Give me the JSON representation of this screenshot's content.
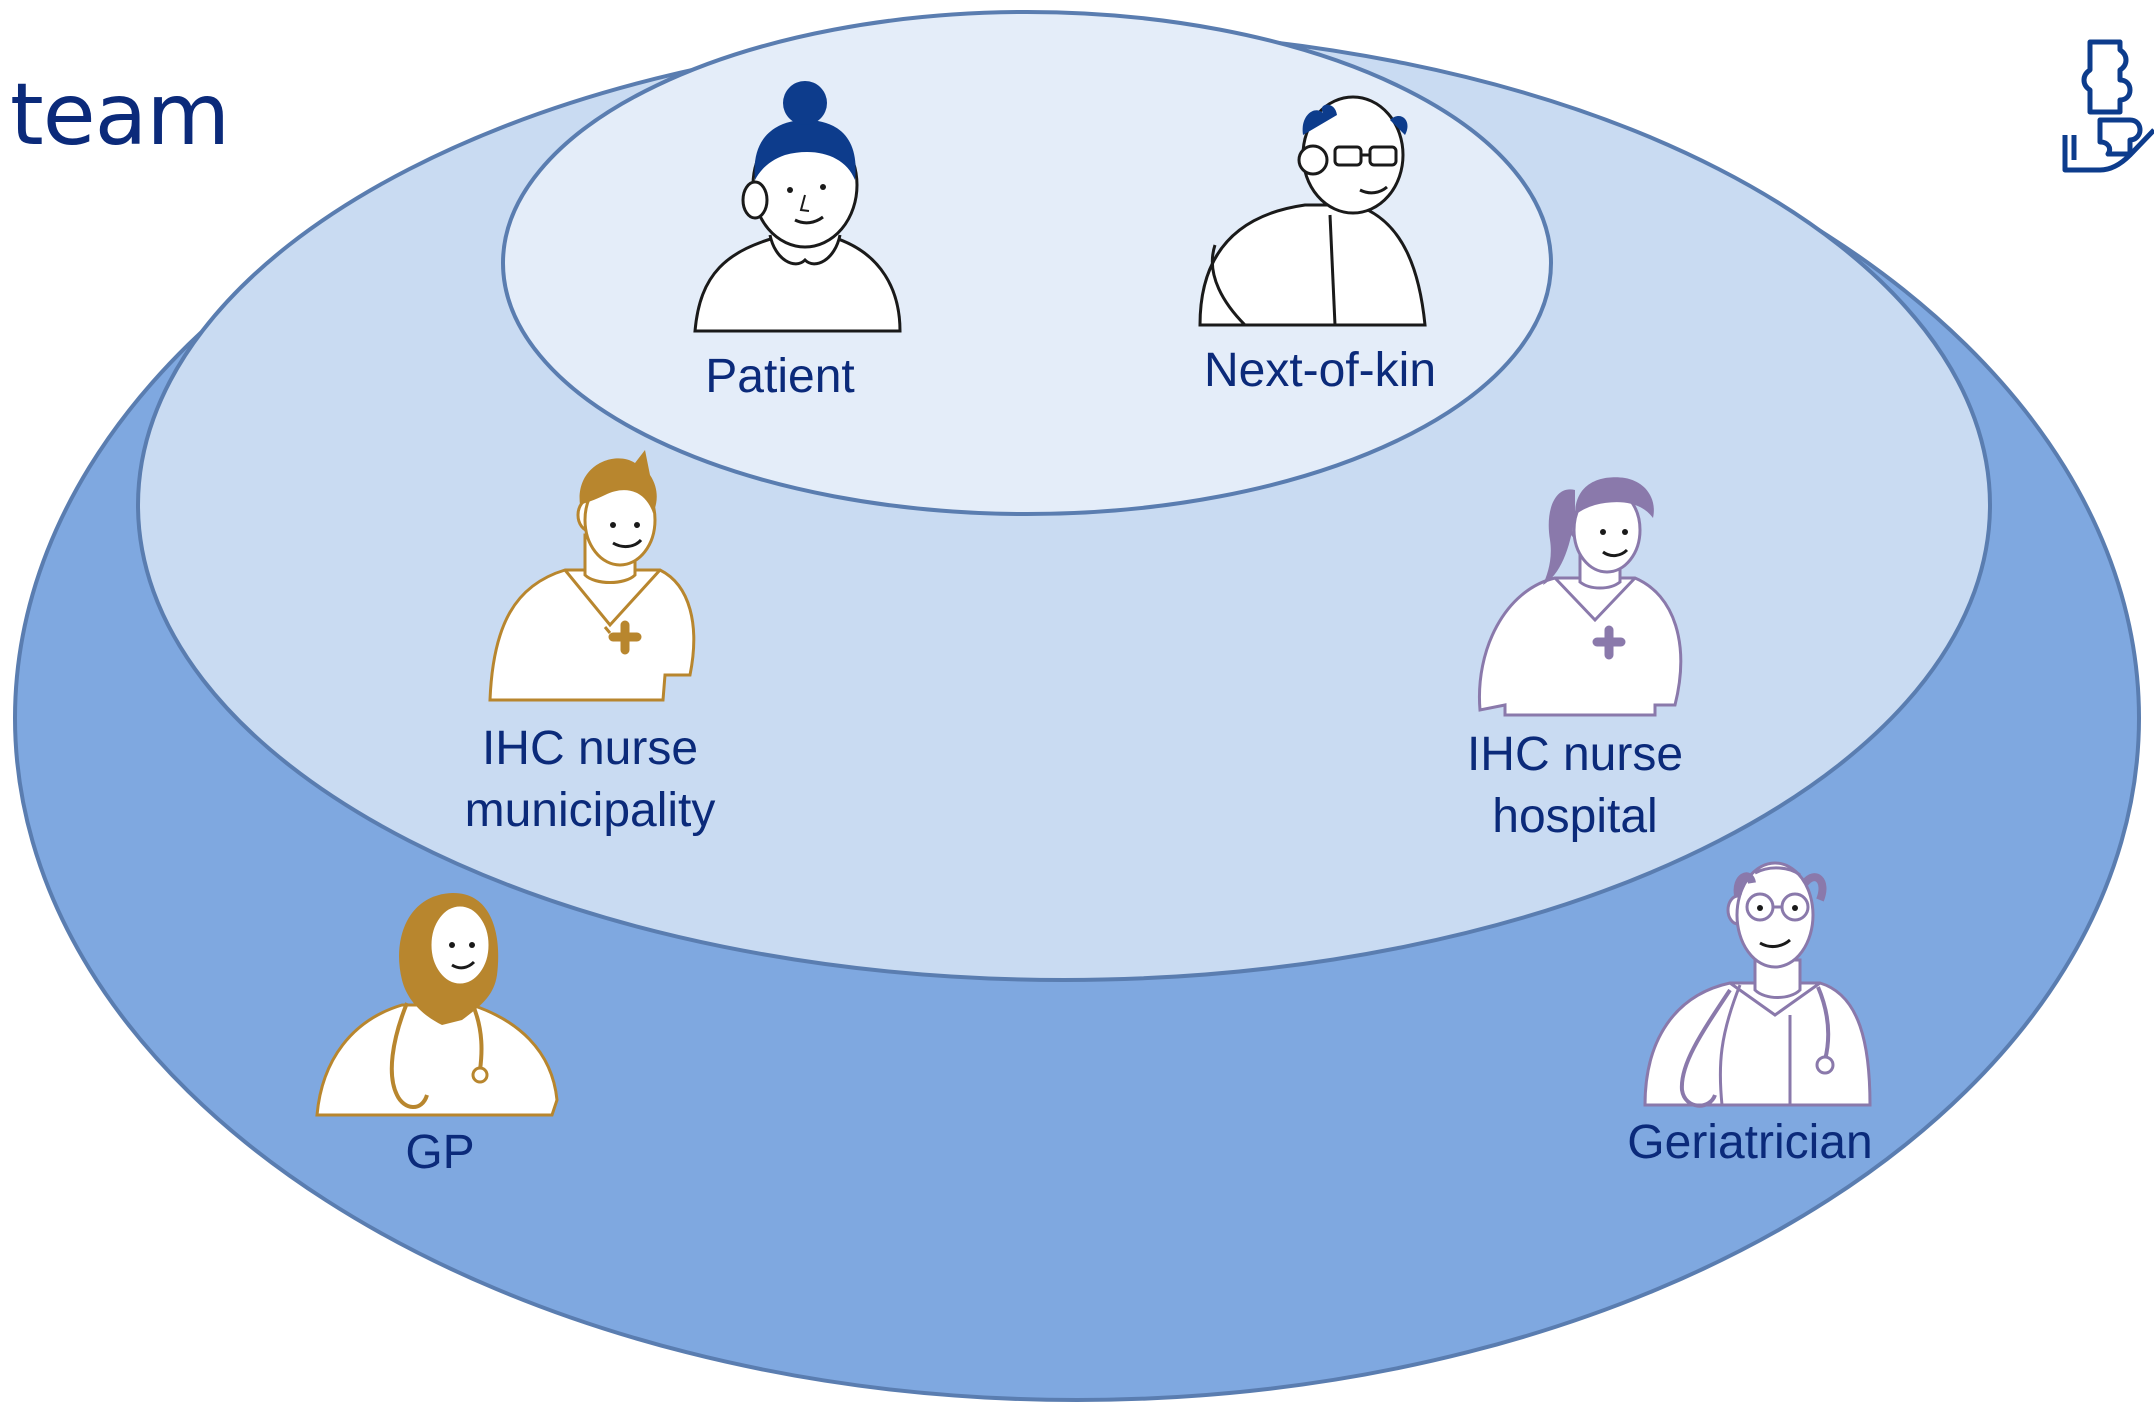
{
  "title": "team",
  "rings": {
    "outer_color": "#7fa8e0",
    "middle_color": "#c9dbf2",
    "inner_color": "#e4edf9",
    "stroke_color": "#5a7db0"
  },
  "roles": {
    "patient": {
      "name": "Patient",
      "icon": "elderly-woman-icon"
    },
    "next_of_kin": {
      "name": "Next-of-kin",
      "icon": "elderly-man-icon"
    },
    "ihc_nurse_municipality": {
      "line1": "IHC nurse",
      "line2": "municipality",
      "icon": "male-nurse-icon"
    },
    "ihc_nurse_hospital": {
      "line1": "IHC nurse",
      "line2": "hospital",
      "icon": "female-nurse-icon"
    },
    "gp": {
      "name": "GP",
      "icon": "gp-hijab-doctor-icon"
    },
    "geriatrician": {
      "name": "Geriatrician",
      "icon": "geriatrician-doctor-icon"
    }
  },
  "colors": {
    "text": "#0b2a7a",
    "gold": "#b8862e",
    "purple": "#8a79ab",
    "navy": "#0d3c8c"
  }
}
